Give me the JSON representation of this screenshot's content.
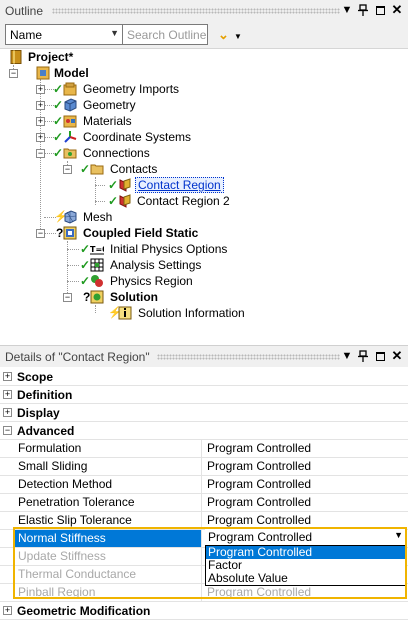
{
  "outline": {
    "title": "Outline",
    "filter_value": "Name",
    "search_placeholder": "Search Outline",
    "tree": [
      {
        "label": "Project*",
        "bold": true
      },
      {
        "label": "Model",
        "bold": true
      },
      {
        "label": "Geometry Imports"
      },
      {
        "label": "Geometry"
      },
      {
        "label": "Materials"
      },
      {
        "label": "Coordinate Systems"
      },
      {
        "label": "Connections"
      },
      {
        "label": "Contacts"
      },
      {
        "label": "Contact Region",
        "selected": true
      },
      {
        "label": "Contact Region 2"
      },
      {
        "label": "Mesh"
      },
      {
        "label": "Coupled Field Static",
        "bold": true
      },
      {
        "label": "Initial Physics Options"
      },
      {
        "label": "Analysis Settings"
      },
      {
        "label": "Physics Region"
      },
      {
        "label": "Solution",
        "bold": true
      },
      {
        "label": "Solution Information"
      }
    ]
  },
  "details": {
    "title": "Details of \"Contact Region\"",
    "groups": {
      "scope": "Scope",
      "definition": "Definition",
      "display": "Display",
      "advanced": "Advanced",
      "geometric_modification": "Geometric Modification"
    },
    "rows": [
      {
        "name": "Formulation",
        "value": "Program Controlled"
      },
      {
        "name": "Small Sliding",
        "value": "Program Controlled"
      },
      {
        "name": "Detection Method",
        "value": "Program Controlled"
      },
      {
        "name": "Penetration Tolerance",
        "value": "Program Controlled"
      },
      {
        "name": "Elastic Slip Tolerance",
        "value": "Program Controlled"
      },
      {
        "name": "Normal Stiffness",
        "value": "Program Controlled"
      },
      {
        "name": "Update Stiffness",
        "value": ""
      },
      {
        "name": "Thermal Conductance",
        "value": ""
      },
      {
        "name": "Pinball Region",
        "value": "Program Controlled"
      }
    ],
    "dropdown_options": [
      "Program Controlled",
      "Factor",
      "Absolute Value"
    ]
  },
  "icons": {
    "panel_pin": "pin-icon",
    "panel_maximize": "maximize-icon",
    "panel_close": "close-icon",
    "status_ok": "check-icon",
    "status_pending": "lightning-icon",
    "status_undefined": "question-icon"
  },
  "colors": {
    "selection": "#0078d7",
    "highlight": "#f0b400",
    "check": "#1f9a1f",
    "link": "#0033cc"
  }
}
